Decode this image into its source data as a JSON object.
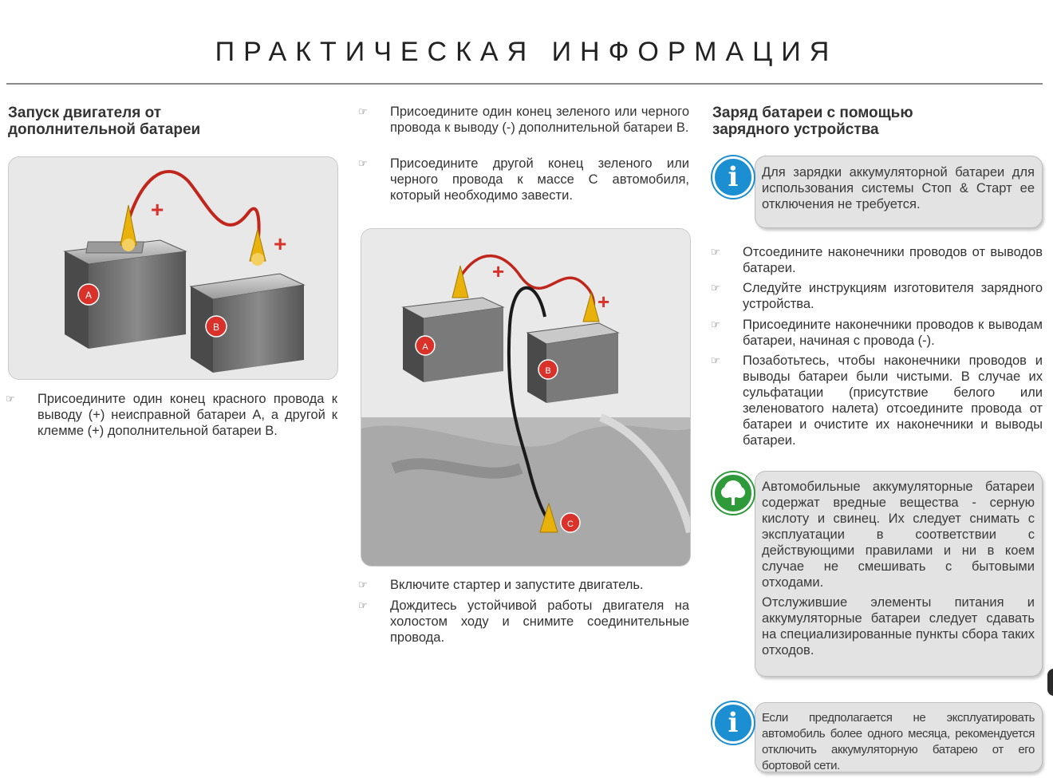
{
  "page": {
    "title": "ПРАКТИЧЕСКАЯ ИНФОРМАЦИЯ"
  },
  "jump_start": {
    "heading_line1": "Запуск двигателя от",
    "heading_line2": "дополнительной батареи",
    "figure1": {
      "battery_a": "A",
      "battery_b": "B",
      "plus_a": "+",
      "plus_b": "+"
    },
    "steps_col1": [
      "Присоедините один конец красного провода к выводу (+) неисправной батареи A, а другой к клемме (+) дополнительной батареи B."
    ],
    "steps_col2_top": [
      "Присоедините один конец зеленого или черного провода к выводу (-) дополнительной батареи B.",
      "Присоедините другой конец зеленого или черного провода к массе C автомобиля, который необходимо завести."
    ],
    "figure2": {
      "battery_a": "A",
      "battery_b": "B",
      "ground_c": "C",
      "plus_a": "+",
      "plus_b": "+"
    },
    "steps_col2_bottom": [
      "Включите стартер и запустите двигатель.",
      "Дождитесь устойчивой работы двигателя на холостом ходу и снимите соединительные провода."
    ]
  },
  "charging": {
    "heading_line1": "Заряд батареи с помощью",
    "heading_line2": "зарядного устройства",
    "info_note": "Для зарядки аккумуляторной батареи для использования системы Стоп & Старт ее отключения не требуется.",
    "steps": [
      "Отсоедините наконечники проводов от выводов батареи.",
      "Следуйте инструкциям изготовителя зарядного устройства.",
      "Присоедините наконечники проводов к выводам батареи, начиная с провода (-).",
      "Позаботьтесь, чтобы наконечники проводов и выводы батареи были чистыми. В случае их сульфатации (присутствие белого или зеленоватого налета) отсоедините провода от батареи и очистите их наконечники и выводы батареи."
    ],
    "eco_note_p1": "Автомобильные аккумуляторные батареи содержат вредные вещества - серную кислоту и свинец. Их следует снимать с эксплуатации в соответствии с действующими правилами и ни в коем случае не смешивать с бытовыми отходами.",
    "eco_note_p2": "Отслужившие элементы питания и аккумуляторные батареи следует сдавать на специализированные пункты сбора таких отходов.",
    "info_note_2": "Если предполагается не эксплуатировать автомобиль более одного месяца, рекомендуется отключить аккумуляторную батарею от его бортовой сети."
  },
  "icons": {
    "info": "i",
    "bullet_glyph": "☞",
    "info_color": "#1c8fd2",
    "eco_color": "#2f9a3a",
    "cable_red": "#c0261b",
    "cable_black": "#1a1a1a",
    "terminal_gold": "#e8b10c"
  }
}
